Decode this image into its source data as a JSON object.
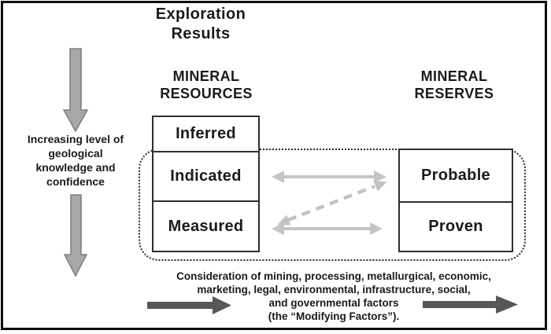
{
  "diagram": {
    "title": "Exploration\nResults",
    "left_caption": "Increasing level of\ngeological\nknowledge and\nconfidence",
    "resources_heading": "MINERAL\nRESOURCES",
    "reserves_heading": "MINERAL\nRESERVES",
    "resource_categories": [
      "Inferred",
      "Indicated",
      "Measured"
    ],
    "reserve_categories": [
      "Probable",
      "Proven"
    ],
    "bottom_caption": "Consideration of mining, processing, metallurgical, economic,\nmarketing, legal, environmental, infrastructure, social,\nand governmental factors\n(the “Modifying Factors”).",
    "relationships": {
      "horizontal_double_arrows": [
        "Indicated ↔ Probable",
        "Measured ↔ Proven"
      ],
      "dashed_double_arrow": "Measured ↔ Probable",
      "down_arrows_meaning": "Increasing level of geological knowledge and confidence"
    },
    "colors": {
      "light_arrow": "#c5c5c5",
      "down_arrow_fill": "#a8a8a8",
      "down_arrow_stroke": "#7d7d7d",
      "dark_arrow": "#575757",
      "box_border": "#2e2e2e",
      "frame_border": "#0f0f0f",
      "text": "#1a1a1a",
      "background": "#ffffff"
    }
  }
}
